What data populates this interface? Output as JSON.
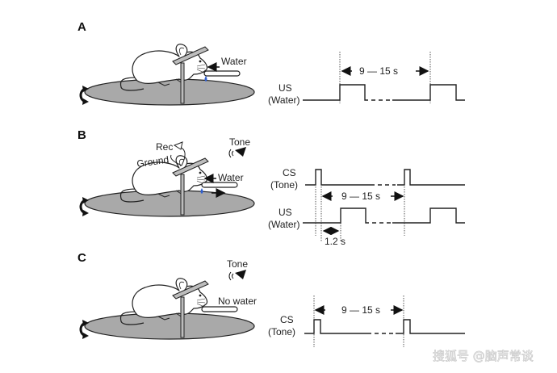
{
  "panels": [
    {
      "id": "A",
      "label": "A",
      "apparatus": {
        "water_label": "Water",
        "water_drop": true
      },
      "timing": {
        "interval_label": "9 — 15 s",
        "signals": [
          {
            "name": "US",
            "sub": "(Water)"
          }
        ]
      }
    },
    {
      "id": "B",
      "label": "B",
      "apparatus": {
        "rec_label": "Rec",
        "ground_label": "Ground",
        "tone_label": "Tone",
        "water_label": "Water",
        "water_drop": true
      },
      "timing": {
        "interval_label": "9 — 15 s",
        "delay_label": "1.2 s",
        "signals": [
          {
            "name": "CS",
            "sub": "(Tone)"
          },
          {
            "name": "US",
            "sub": "(Water)"
          }
        ]
      }
    },
    {
      "id": "C",
      "label": "C",
      "apparatus": {
        "tone_label": "Tone",
        "water_label": "No water",
        "water_drop": false
      },
      "timing": {
        "interval_label": "9 — 15 s",
        "signals": [
          {
            "name": "CS",
            "sub": "(Tone)"
          }
        ]
      }
    }
  ],
  "watermark": {
    "text": "搜狐号 @脑声常谈"
  },
  "colors": {
    "disc": "#a9a9a9",
    "water_drop": "#2f5fd0",
    "line": "#222222"
  }
}
